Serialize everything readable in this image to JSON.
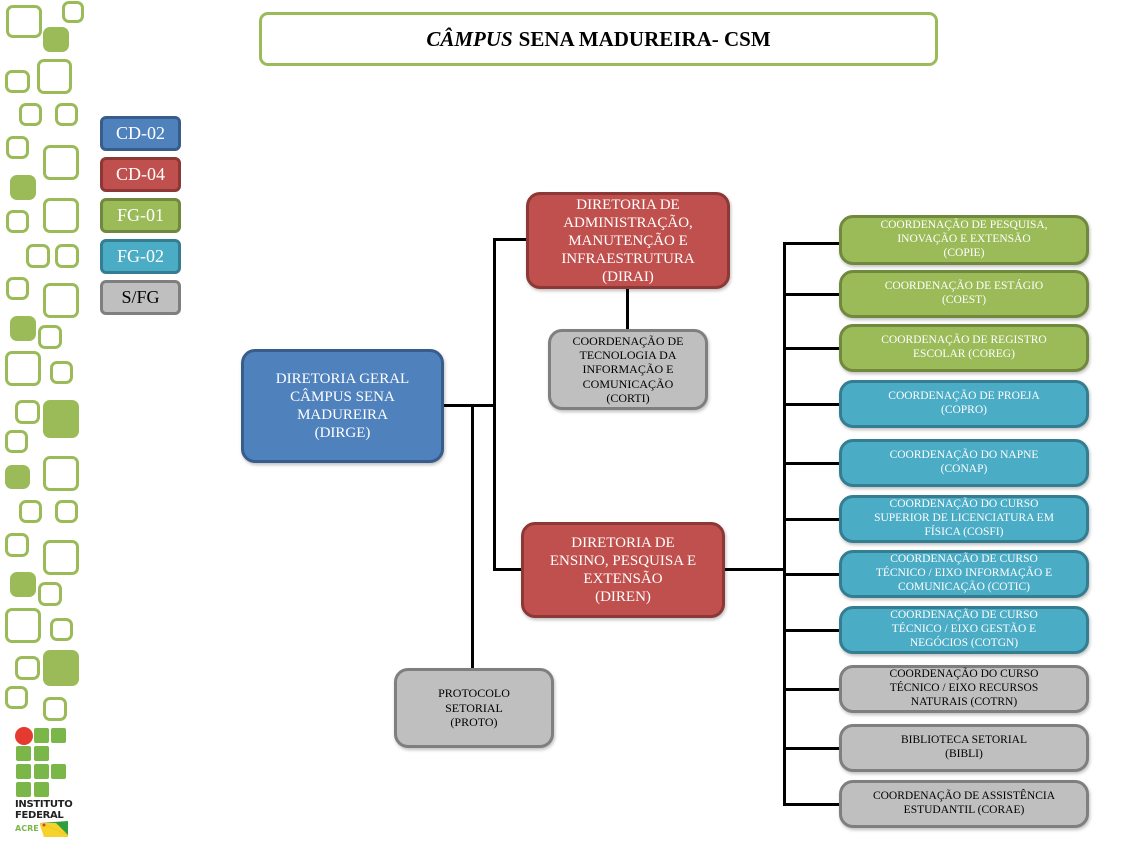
{
  "title": {
    "italic_part": "CÂMPUS",
    "rest": "SENA MADUREIRA- CSM"
  },
  "colors": {
    "accent_green": "#9bbb59",
    "cd02_blue": "#4f81bd",
    "cd04_red": "#c0504d",
    "fg01_green": "#9bbb59",
    "fg02_teal": "#4bacc6",
    "sfg_gray": "#bfbfbf"
  },
  "legend": [
    {
      "label": "CD-02",
      "color": "blue"
    },
    {
      "label": "CD-04",
      "color": "red"
    },
    {
      "label": "FG-01",
      "color": "green"
    },
    {
      "label": "FG-02",
      "color": "teal"
    },
    {
      "label": "S/FG",
      "color": "gray"
    }
  ],
  "nodes": {
    "dirge": "DIRETORIA GERAL\nCÂMPUS SENA\nMADUREIRA\n(DIRGE)",
    "dirai": "DIRETORIA DE\nADMINISTRAÇÃO,\nMANUTENÇÃO E\nINFRAESTRUTURA\n(DIRAI)",
    "corti": "COORDENAÇÃO DE\nTECNOLOGIA DA\nINFORMAÇÃO E\nCOMUNICAÇÃO\n(CORTI)",
    "diren": "DIRETORIA DE\nENSINO, PESQUISA E\nEXTENSÃO\n(DIREN)",
    "proto": "PROTOCOLO\nSETORIAL\n(PROTO)"
  },
  "diren_children": [
    {
      "label": "COORDENAÇÃO DE PESQUISA,\nINOVAÇÃO E EXTENSÃO\n(COPIE)",
      "color": "green"
    },
    {
      "label": "COORDENAÇÃO DE ESTÁGIO\n(COEST)",
      "color": "green"
    },
    {
      "label": "COORDENAÇÃO DE REGISTRO\nESCOLAR (COREG)",
      "color": "green"
    },
    {
      "label": "COORDENAÇÃO DE PROEJA\n(COPRO)",
      "color": "teal"
    },
    {
      "label": "COORDENAÇÃO DO NAPNE\n(CONAP)",
      "color": "teal"
    },
    {
      "label": "COORDENAÇÃO DO CURSO\nSUPERIOR DE LICENCIATURA EM\nFÍSICA (COSFI)",
      "color": "teal"
    },
    {
      "label": "COORDENAÇÃO DE CURSO\nTÉCNICO / EIXO INFORMAÇÃO E\nCOMUNICAÇÃO (COTIC)",
      "color": "teal"
    },
    {
      "label": "COORDENAÇÃO DE CURSO\nTÉCNICO / EIXO GESTÃO E\nNEGÓCIOS  (COTGN)",
      "color": "teal"
    },
    {
      "label": "COORDENAÇÃO DO CURSO\nTÉCNICO / EIXO RECURSOS\nNATURAIS (COTRN)",
      "color": "gray"
    },
    {
      "label": "BIBLIOTECA SETORIAL\n(BIBLI)",
      "color": "gray"
    },
    {
      "label": "COORDENAÇÃO DE ASSISTÊNCIA\nESTUDANTIL (CORAE)",
      "color": "gray"
    }
  ],
  "logo": {
    "line1": "INSTITUTO",
    "line2": "FEDERAL",
    "line3": "ACRE"
  }
}
